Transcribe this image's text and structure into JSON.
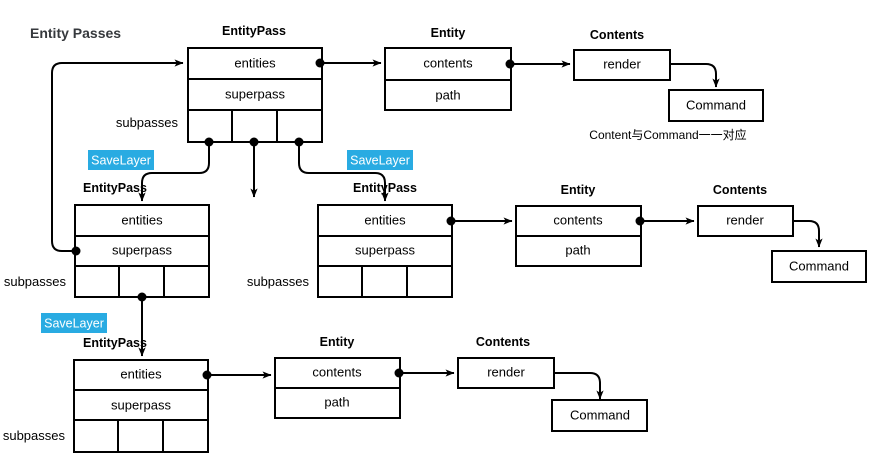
{
  "page": {
    "title": "Entity Passes",
    "background_color": "#ffffff",
    "line_color": "#000000",
    "badge_color": "#29ABE2",
    "title_color": "#36393d"
  },
  "labels": {
    "entity_pass": "EntityPass",
    "entity": "Entity",
    "contents": "Contents",
    "command": "Command",
    "entities": "entities",
    "superpass": "superpass",
    "subpasses": "subpasses",
    "contents_field": "contents",
    "path": "path",
    "render": "render",
    "save_layer": "SaveLayer"
  },
  "note": {
    "text": "Content与Command一一对应"
  },
  "nodes": {
    "entity_pass_root": {
      "title": "EntityPass",
      "fields": [
        "entities",
        "superpass"
      ],
      "side_label": "subpasses",
      "subpass_cells": 3
    },
    "entity_pass_a": {
      "title": "EntityPass",
      "fields": [
        "entities",
        "superpass"
      ],
      "side_label": "subpasses",
      "subpass_cells": 3,
      "badge": "SaveLayer"
    },
    "entity_pass_b": {
      "title": "EntityPass",
      "fields": [
        "entities",
        "superpass"
      ],
      "side_label": "subpasses",
      "subpass_cells": 3,
      "badge": "SaveLayer"
    },
    "entity_pass_c": {
      "title": "EntityPass",
      "fields": [
        "entities",
        "superpass"
      ],
      "side_label": "subpasses",
      "subpass_cells": 3,
      "badge": "SaveLayer"
    },
    "entity_top": {
      "title": "Entity",
      "fields": [
        "contents",
        "path"
      ]
    },
    "entity_mid": {
      "title": "Entity",
      "fields": [
        "contents",
        "path"
      ]
    },
    "entity_bottom": {
      "title": "Entity",
      "fields": [
        "contents",
        "path"
      ]
    },
    "contents_top": {
      "title": "Contents",
      "fields": [
        "render"
      ]
    },
    "contents_mid": {
      "title": "Contents",
      "fields": [
        "render"
      ]
    },
    "contents_bottom": {
      "title": "Contents",
      "fields": [
        "render"
      ]
    },
    "command_top": {
      "label": "Command"
    },
    "command_mid": {
      "label": "Command"
    },
    "command_bottom": {
      "label": "Command"
    }
  }
}
